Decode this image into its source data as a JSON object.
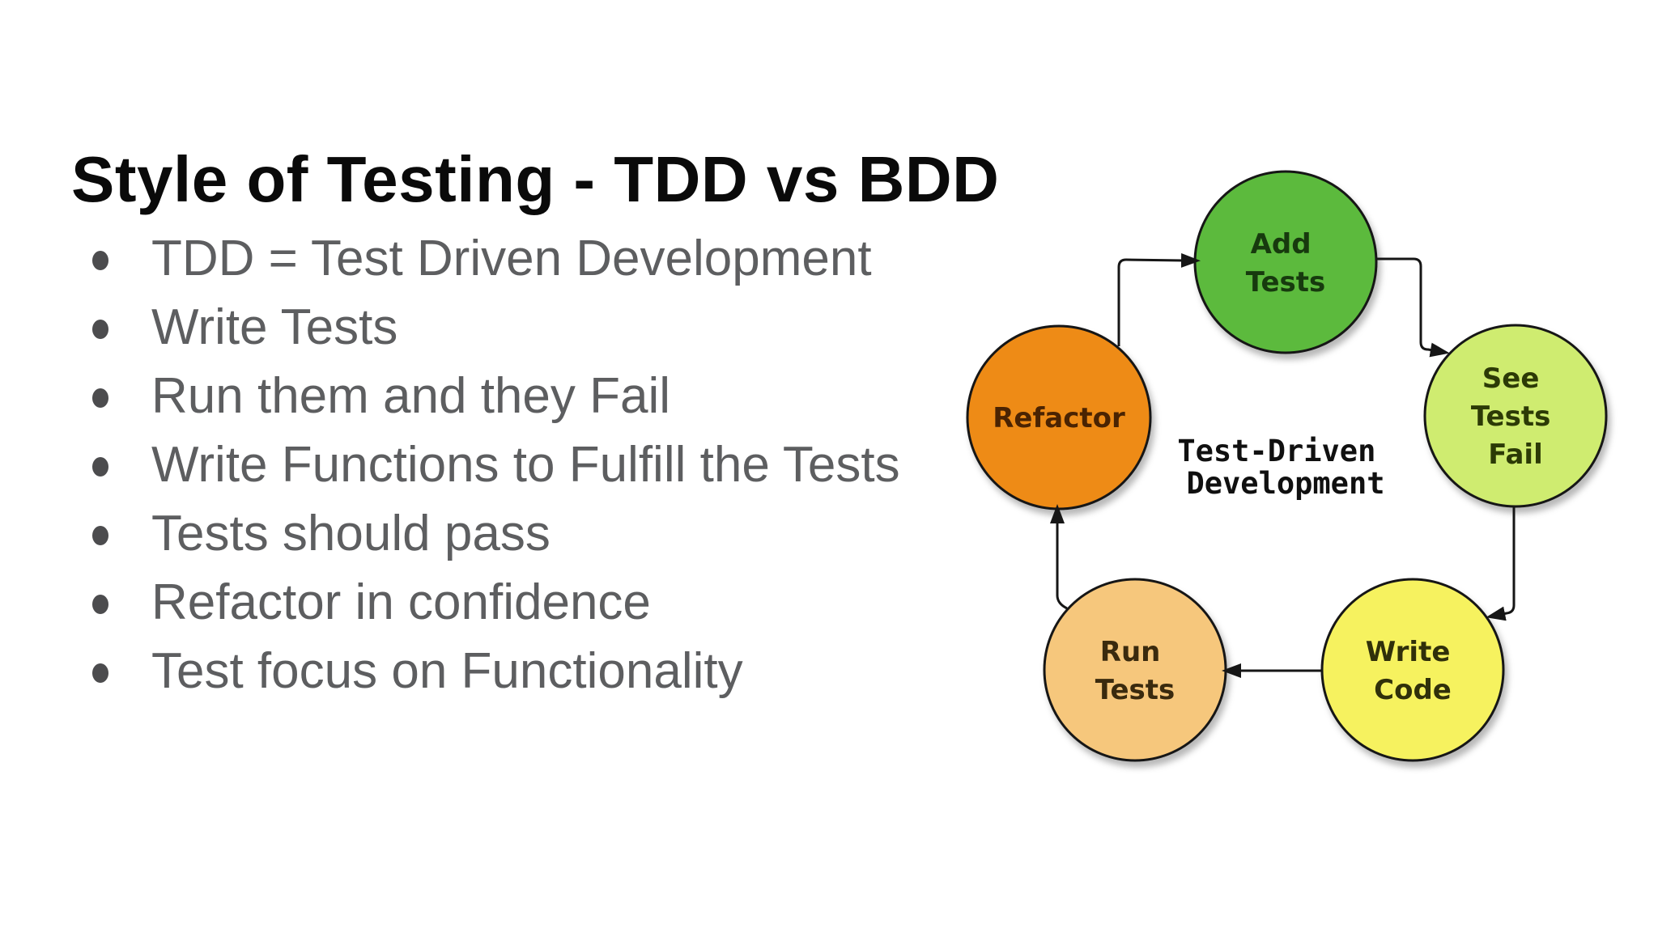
{
  "slide": {
    "title": "Style of Testing - TDD vs BDD",
    "bullets": [
      "TDD = Test Driven Development",
      "Write Tests",
      "Run them and they Fail",
      "Write Functions to Fulfill the Tests",
      "Tests should pass",
      "Refactor in confidence",
      "Test focus on Functionality"
    ],
    "colors": {
      "background": "#ffffff",
      "title_text": "#0a0a0a",
      "bullet_text": "#5d5e60",
      "bullet_dot": "#4c4c4e"
    }
  },
  "diagram": {
    "center_label": [
      "Test-Driven",
      "Development"
    ],
    "outline_color": "#161616",
    "nodes": [
      {
        "id": "add-tests",
        "label": "Add Tests",
        "lines": [
          "Add",
          "Tests"
        ],
        "fill": "#5bba3e",
        "text_color": "#173a0e"
      },
      {
        "id": "see-tests-fail",
        "label": "See Tests Fail",
        "lines": [
          "See",
          "Tests",
          "Fail"
        ],
        "fill": "#cfec70",
        "text_color": "#2c3a06"
      },
      {
        "id": "write-code",
        "label": "Write Code",
        "lines": [
          "Write",
          "Code"
        ],
        "fill": "#f6f25e",
        "text_color": "#30300a"
      },
      {
        "id": "run-tests",
        "label": "Run Tests",
        "lines": [
          "Run",
          "Tests"
        ],
        "fill": "#f6c77c",
        "text_color": "#3a2a0e"
      },
      {
        "id": "refactor",
        "label": "Refactor",
        "lines": [
          "Refactor"
        ],
        "fill": "#ee8b17",
        "text_color": "#4a2302"
      }
    ],
    "edges": [
      "Refactor -> Add Tests",
      "Add Tests -> See Tests Fail",
      "See Tests Fail -> Write Code",
      "Write Code -> Run Tests",
      "Run Tests -> Refactor"
    ]
  }
}
